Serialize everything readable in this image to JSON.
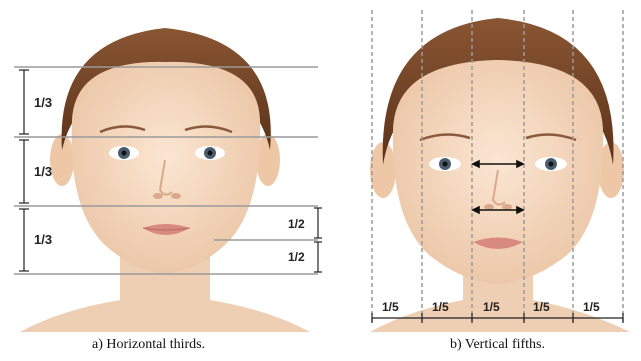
{
  "figure": {
    "panel_a": {
      "caption": "a) Horizontal thirds.",
      "labels": {
        "third_top": "1/3",
        "third_middle": "1/3",
        "third_bottom": "1/3",
        "half_top": "1/2",
        "half_bottom": "1/2"
      }
    },
    "panel_b": {
      "caption": "b) Vertical fifths.",
      "labels": [
        "1/5",
        "1/5",
        "1/5",
        "1/5",
        "1/5"
      ]
    }
  },
  "colors": {
    "skin": "#f6dcc4",
    "skin_shadow": "#e9c2a2",
    "hair": "#6b3f22",
    "lips": "#d98a80",
    "iris": "#4a5d6e",
    "guide_line": "#9a9a9a",
    "marker": "#222222"
  }
}
